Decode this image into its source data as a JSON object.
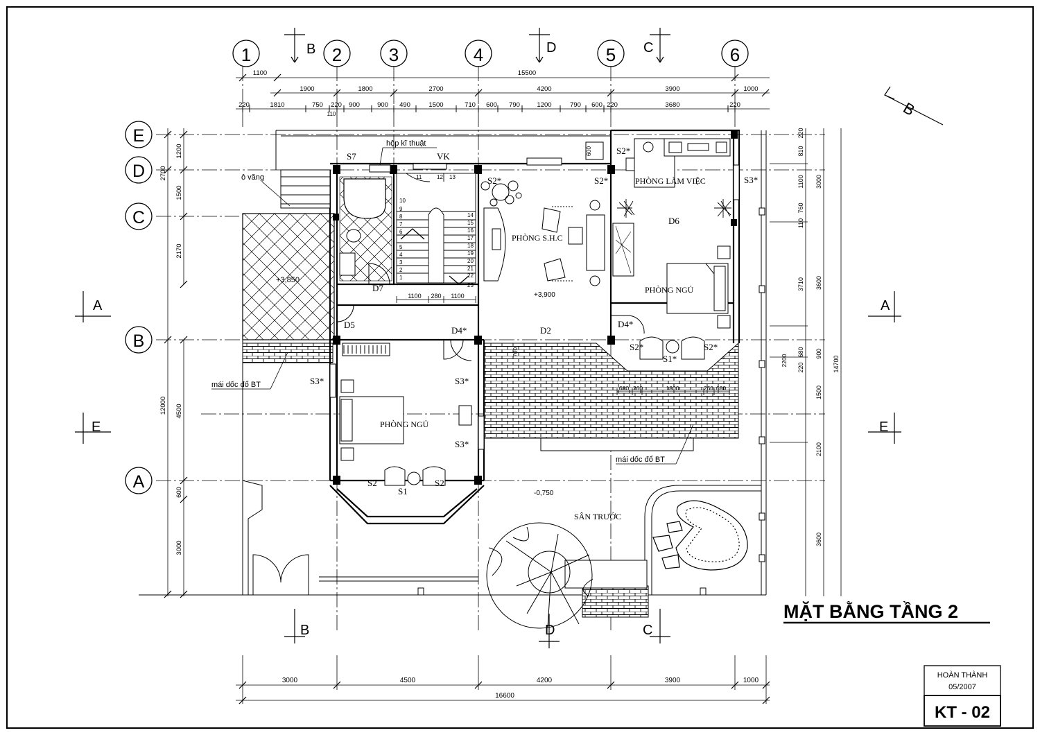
{
  "sheet": {
    "title": "MẶT BẰNG TẦNG 2",
    "status": "HOÀN THÀNH",
    "date": "05/2007",
    "sheet_number": "KT - 02"
  },
  "grid": {
    "columns": [
      "1",
      "2",
      "3",
      "4",
      "5",
      "6"
    ],
    "rows": [
      "E",
      "D",
      "C",
      "B",
      "A"
    ]
  },
  "sections": {
    "a": "A",
    "b": "B",
    "c": "C",
    "d": "D",
    "e": "E"
  },
  "dimensions": {
    "top_row1": [
      "1100",
      "15500"
    ],
    "top_row2": [
      "1900",
      "1800",
      "2700",
      "4200",
      "3900",
      "1000"
    ],
    "top_row3": [
      "220",
      "1810",
      "750",
      "220",
      "110",
      "900",
      "900",
      "490",
      "1500",
      "710",
      "600",
      "790",
      "1200",
      "790",
      "600",
      "220",
      "3680",
      "220"
    ],
    "bottom_row1": [
      "3000",
      "4500",
      "4200",
      "3900",
      "1000"
    ],
    "bottom_total": "16600",
    "left_outer": [
      "2700",
      "12000"
    ],
    "left_inner": [
      "1200",
      "1500",
      "2170",
      "4500",
      "600",
      "3000"
    ],
    "right_inner": [
      "220",
      "810",
      "1100",
      "110",
      "760",
      "3710",
      "220",
      "680",
      "1500",
      "2100",
      "3600"
    ],
    "right_mid": [
      "3000",
      "3600",
      "900"
    ],
    "right_outer": "14700",
    "stair": [
      "1100",
      "280",
      "1100"
    ],
    "balcony": [
      "680",
      "260",
      "1800",
      "260",
      "680"
    ],
    "misc": [
      "600",
      "700",
      "2200"
    ]
  },
  "labels": {
    "technical_box": "hộp kĩ thuật",
    "canopy": "ô văng",
    "roof_left": "mái dốc đổ BT",
    "roof_right": "mái dốc đổ BT",
    "living_room": "PHÒNG S.H.C",
    "study": "PHÒNG LÀM VIỆC",
    "bedroom1": "PHÒNG NGỦ",
    "bedroom2": "PHÒNG NGỦ",
    "front_yard": "SÂN TRƯỚC",
    "level_terrace": "+3,850",
    "level_floor": "+3,900",
    "level_ground": "-0,750"
  },
  "marks": {
    "S7": "S7",
    "VK": "VK",
    "D7": "D7",
    "D5": "D5",
    "D4a": "D4*",
    "D2": "D2",
    "D4b": "D4*",
    "D6": "D6",
    "S2a": "S2*",
    "S2b": "S2*",
    "S2c": "S2*",
    "S3a": "S3*",
    "S3b": "S3*",
    "S3c": "S3*",
    "S3d": "S3*",
    "S2d": "S2*",
    "S1a": "S1*",
    "S2e": "S2*",
    "S2f": "S2",
    "S2g": "S2",
    "S1b": "S1"
  },
  "stair_steps": [
    "1",
    "2",
    "3",
    "4",
    "5",
    "6",
    "7",
    "8",
    "9",
    "10",
    "11",
    "12",
    "13",
    "14",
    "15",
    "16",
    "17",
    "18",
    "19",
    "20",
    "21",
    "22",
    "23"
  ]
}
